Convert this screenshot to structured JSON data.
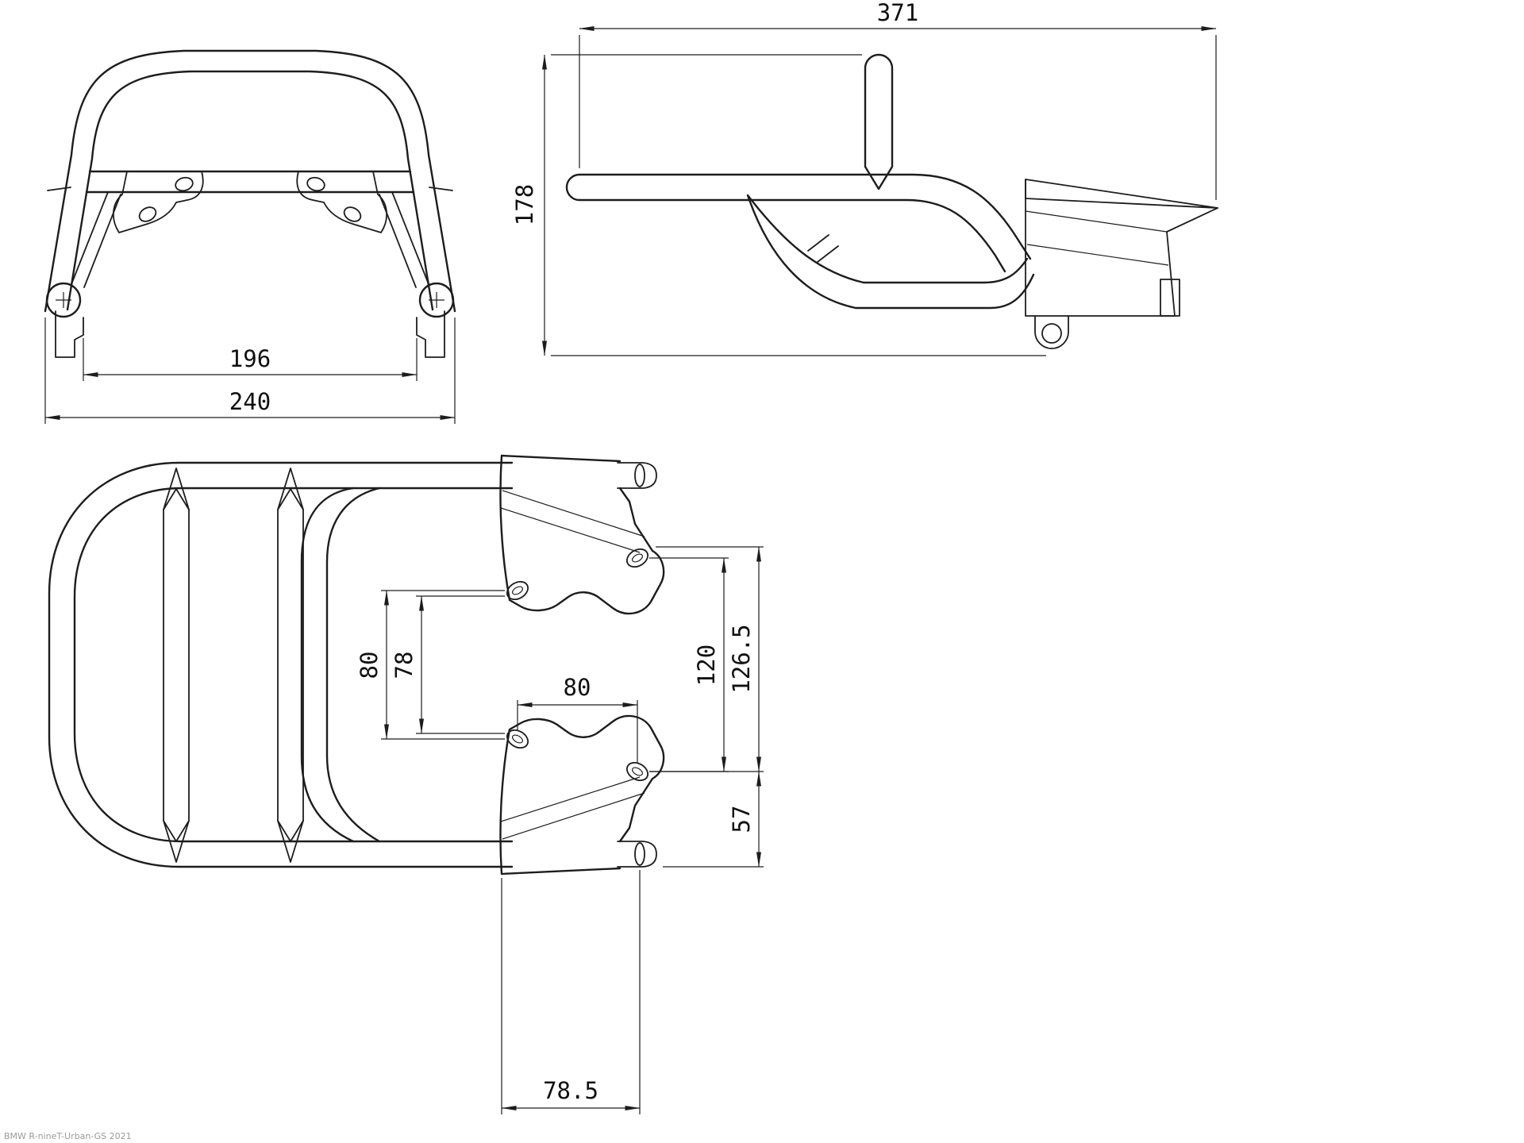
{
  "page": {
    "background": "#ffffff",
    "line_color": "#1d1d1d",
    "watermark": "BMW R-nineT-Urban-GS 2021"
  },
  "views": {
    "front": {
      "dims": {
        "inner_width": "196",
        "overall_width": "240"
      }
    },
    "side": {
      "dims": {
        "overall_length": "371",
        "overall_height": "178"
      }
    },
    "top": {
      "dims": {
        "left_hole_span": "80",
        "left_hole_span_inner": "78",
        "plate_hole_span": "80",
        "right_hole_span": "120",
        "right_hole_span_outer": "126.5",
        "lower_offset": "57",
        "plate_width": "78.5"
      }
    }
  }
}
